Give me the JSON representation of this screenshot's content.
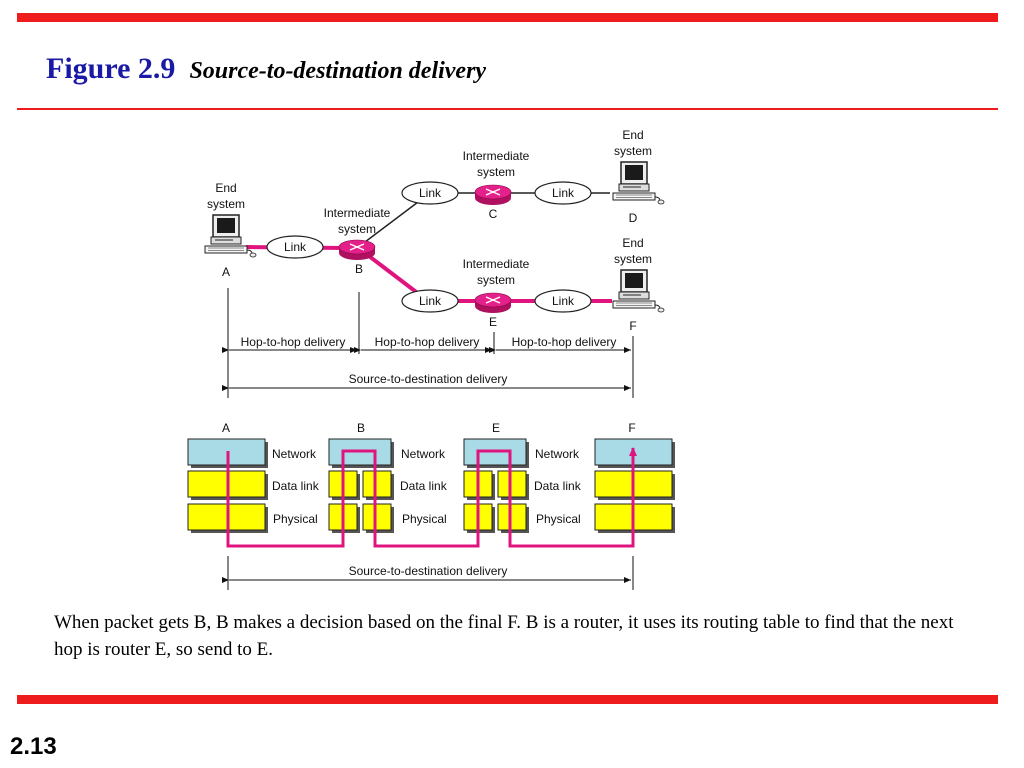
{
  "title": {
    "figure": "Figure 2.9",
    "subtitle": "Source-to-destination delivery"
  },
  "nodes": {
    "a": {
      "letter": "A",
      "role_line1": "End",
      "role_line2": "system"
    },
    "b": {
      "letter": "B",
      "role_line1": "Intermediate",
      "role_line2": "system"
    },
    "c": {
      "letter": "C",
      "role_line1": "Intermediate",
      "role_line2": "system"
    },
    "d": {
      "letter": "D",
      "role_line1": "End",
      "role_line2": "system"
    },
    "e": {
      "letter": "E",
      "role_line1": "Intermediate",
      "role_line2": "system"
    },
    "f": {
      "letter": "F",
      "role_line1": "End",
      "role_line2": "system"
    }
  },
  "link_label": "Link",
  "hop_label": "Hop-to-hop delivery",
  "delivery_label": "Source-to-destination delivery",
  "layers": {
    "network": "Network",
    "datalink": "Data link",
    "physical": "Physical"
  },
  "colors": {
    "accent_red": "#ee1c1c",
    "title_blue": "#1a1aa6",
    "path_magenta": "#e0147f",
    "network_fill": "#a9dbe6",
    "yellow_fill": "#ffff00",
    "router_pink": "#e4208a"
  },
  "caption": "When packet gets B, B makes a decision based on the final F. B is a router, it uses its routing table to find that the next hop is router E, so send to E.",
  "page_number": "2.13"
}
